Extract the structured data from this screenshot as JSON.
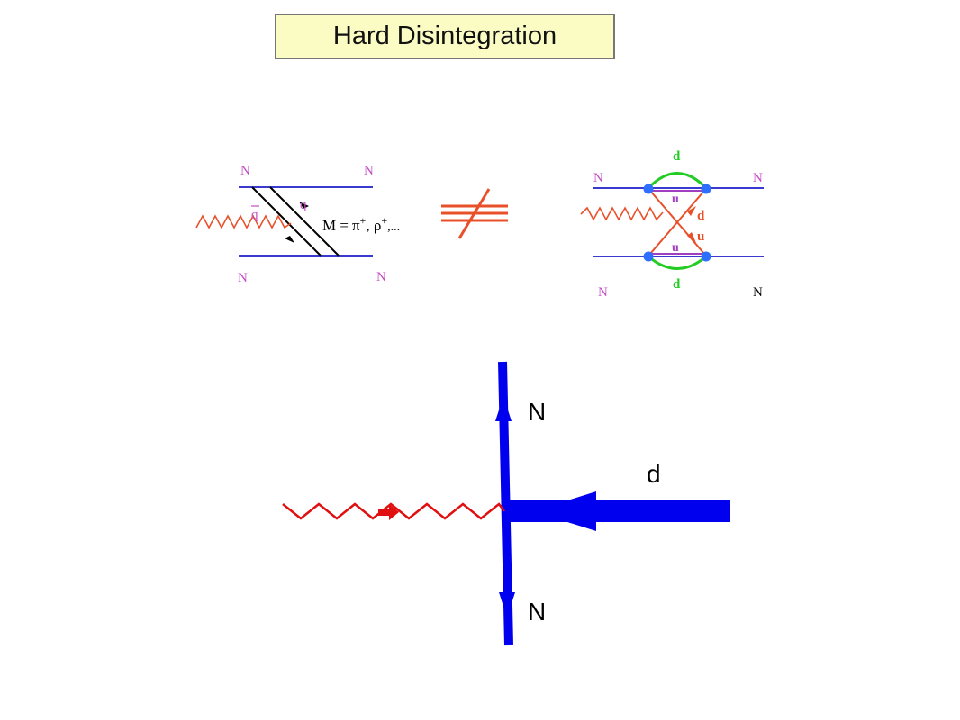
{
  "title": "Hard Disintegration",
  "colors": {
    "nucleon_line": "#3a3ad0",
    "nucleon_label": "#c44fc4",
    "photon": "#e8502a",
    "quark_arrows": "#e8502a",
    "gluon": "#22cc22",
    "up_quark": "#a040c0",
    "vertex": "#2f6fff",
    "big_blue": "#0000ee",
    "big_photon": "#e01010",
    "not_equal": "#e8502a"
  },
  "left_diagram": {
    "n_top_left": "N",
    "n_top_right": "N",
    "n_bottom_left": "N",
    "n_bottom_right": "N",
    "q": "q",
    "q_bar": "q",
    "meson_prefix": "M =",
    "meson_pi": "π",
    "meson_sep": ",  ρ",
    "meson_sup": "+",
    "meson_tail": ",..."
  },
  "right_diagram": {
    "n_top_left": "N",
    "n_top_right": "N",
    "n_bottom_left": "N",
    "n_bottom_right": "N",
    "d_top": "d",
    "d_bottom": "d",
    "u_top": "u",
    "u_bottom": "u",
    "d_mid": "d",
    "u_mid": "u"
  },
  "bottom_diagram": {
    "n_top": "N",
    "n_bottom": "N",
    "d": "d"
  }
}
